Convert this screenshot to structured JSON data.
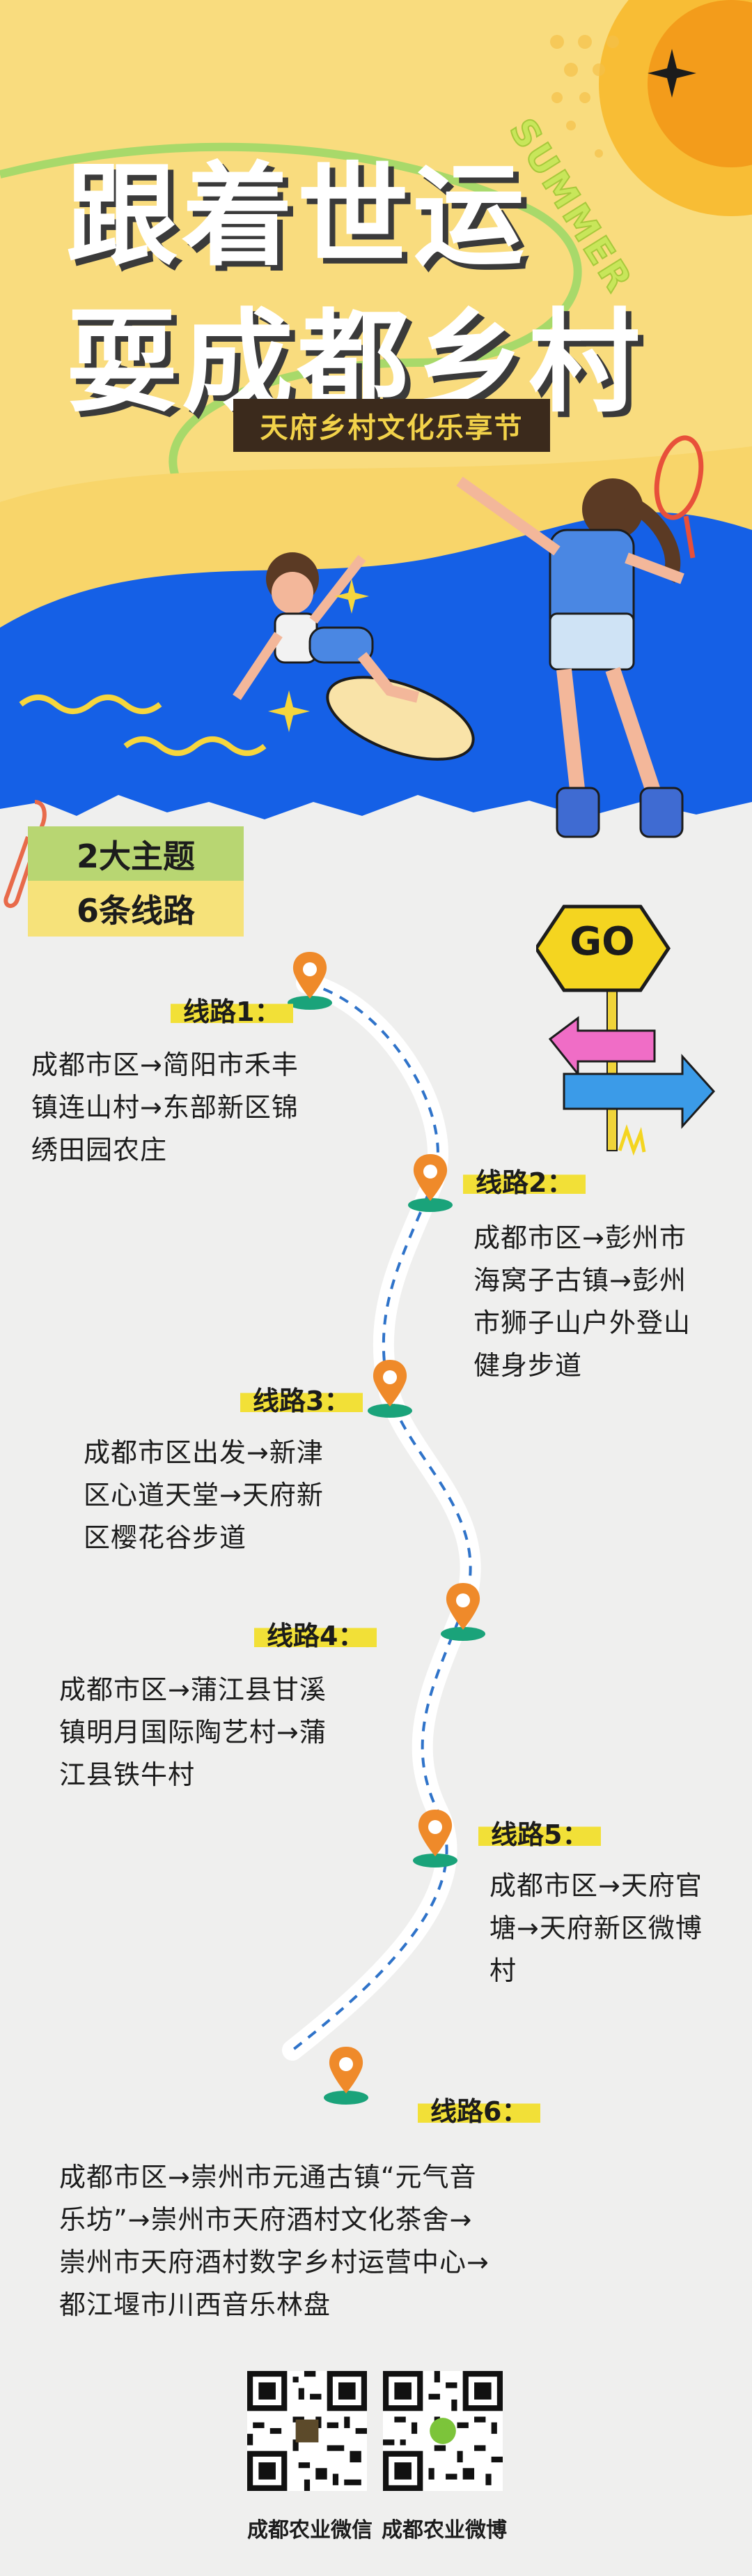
{
  "hero": {
    "title_line1": "跟着世运",
    "title_line2": "耍成都乡村",
    "summer": "SUMMER",
    "subtitle": "天府乡村文化乐享节"
  },
  "badges": {
    "themes": "2大主题",
    "routes": "6条线路"
  },
  "go_sign": "GO",
  "routes": [
    {
      "label": "线路1：",
      "lines": [
        "成都市区→简阳市禾丰",
        "镇连山村→东部新区锦",
        "绣田园农庄"
      ]
    },
    {
      "label": "线路2：",
      "lines": [
        "成都市区→彭州市",
        "海窝子古镇→彭州",
        "市狮子山户外登山",
        "健身步道"
      ]
    },
    {
      "label": "线路3：",
      "lines": [
        "成都市区出发→新津",
        "区心道天堂→天府新",
        "区樱花谷步道"
      ]
    },
    {
      "label": "线路4：",
      "lines": [
        "成都市区→蒲江县甘溪",
        "镇明月国际陶艺村→蒲",
        "江县铁牛村"
      ]
    },
    {
      "label": "线路5：",
      "lines": [
        "成都市区→天府官",
        "塘→天府新区微博",
        "村"
      ]
    },
    {
      "label": "线路6：",
      "lines": [
        "成都市区→崇州市元通古镇“元气音",
        "乐坊”→崇州市天府酒村文化茶舍→",
        "崇州市天府酒村数字乡村运营中心→",
        "都江堰市川西音乐林盘"
      ]
    }
  ],
  "footer": {
    "wechat_caption": "成都农业微信",
    "weibo_caption": "成都农业微博"
  },
  "colors": {
    "hero_yellow": "#f9dc7e",
    "hero_blue": "#1560e6",
    "pin_orange": "#ef8a2a",
    "pin_base": "#1aa37a",
    "highlight": "#f2e037",
    "go_sign": "#f4d520",
    "arrow_pink": "#f06dc6",
    "arrow_blue": "#3b9be8"
  },
  "icons": [
    "star-icon",
    "sparkle-icon",
    "location-pin-icon",
    "paperclip-icon",
    "qr-code-icon",
    "direction-arrow-icon"
  ]
}
